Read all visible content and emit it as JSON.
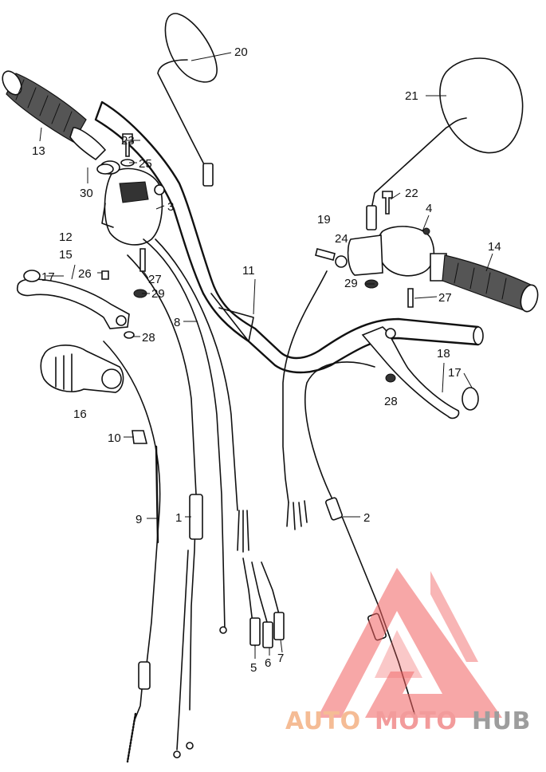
{
  "callouts": {
    "p1": "1",
    "p2": "2",
    "p3": "3",
    "p4": "4",
    "p5": "5",
    "p6": "6",
    "p7": "7",
    "p8": "8",
    "p9": "9",
    "p10": "10",
    "p11": "11",
    "p12": "12",
    "p13": "13",
    "p14": "14",
    "p15": "15",
    "p16": "16",
    "p17a": "17",
    "p17b": "17",
    "p18": "18",
    "p19": "19",
    "p20": "20",
    "p21": "21",
    "p22": "22",
    "p23": "23",
    "p24": "24",
    "p25": "25",
    "p26": "26",
    "p27a": "27",
    "p27b": "27",
    "p28a": "28",
    "p28b": "28",
    "p29a": "29",
    "p29b": "29",
    "p30": "30"
  },
  "watermark": {
    "word_auto": "AUTO",
    "word_moto": "MOTO",
    "word_hub": "HUB",
    "colors": {
      "auto": "#f4b183",
      "moto": "#f08a8a",
      "hub": "#8c8c8c",
      "triangle": "#f06060"
    }
  }
}
